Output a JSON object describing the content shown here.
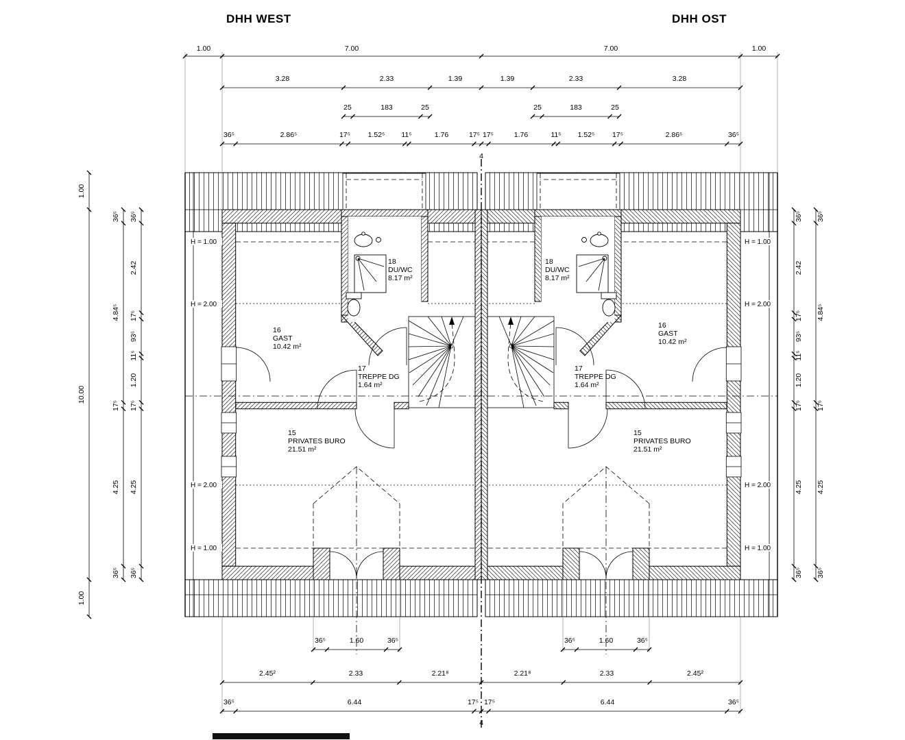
{
  "drawing": {
    "title_west": "DHH WEST",
    "title_ost": "DHH OST",
    "axis_top": "4",
    "axis_bottom": "4"
  },
  "dims": {
    "top1": [
      "1.00",
      "7.00",
      "7.00",
      "1.00"
    ],
    "top2": [
      "3.28",
      "2.33",
      "1.39",
      "1.39",
      "2.33",
      "3.28"
    ],
    "top3": [
      "25",
      "183",
      "25",
      "25",
      "183",
      "25"
    ],
    "top4": [
      "36⁵",
      "2.86⁵",
      "17⁵",
      "1.52⁵",
      "11⁵",
      "1.76",
      "17⁵",
      "17⁵",
      "1.76",
      "11⁵",
      "1.52⁵",
      "17⁵",
      "2.86⁵",
      "36⁵"
    ],
    "left_outer": [
      "1.00",
      "10.00",
      "1.00"
    ],
    "left_mid": [
      "36⁵",
      "4.84⁵",
      "17⁵",
      "4.25",
      "36⁵"
    ],
    "left_inner": [
      "36⁵",
      "2.42",
      "17⁵",
      "93⁵",
      "11⁵",
      "1.20",
      "17⁵",
      "4.25",
      "36⁵"
    ],
    "right_inner": [
      "36⁵",
      "2.42",
      "17⁵",
      "93⁵",
      "11⁵",
      "1.20",
      "17⁵",
      "4.25",
      "36⁵"
    ],
    "right_mid": [
      "36⁵",
      "4.84⁵",
      "17⁵",
      "4.25",
      "36⁵"
    ],
    "bottom1": [
      "36⁵",
      "1.60",
      "36⁵",
      "36⁵",
      "1.60",
      "36⁵"
    ],
    "bottom2": [
      "2.45²",
      "2.33",
      "2.21⁸",
      "2.21⁸",
      "2.33",
      "2.45²"
    ],
    "bottom3": [
      "36⁵",
      "6.44",
      "17⁵",
      "17⁵",
      "6.44",
      "36⁵"
    ]
  },
  "units": {
    "west": {
      "rooms": {
        "duwc": {
          "no": "18",
          "name": "DU/WC",
          "area": "8.17 m²"
        },
        "gast": {
          "no": "16",
          "name": "GAST",
          "area": "10.42 m²"
        },
        "treppe": {
          "no": "17",
          "name": "TREPPE DG",
          "area": "1.64 m²"
        },
        "buero": {
          "no": "15",
          "name": "PRIVATES BURO",
          "area": "21.51 m²"
        }
      },
      "heights": [
        "H = 1.00",
        "H = 2.00",
        "H = 2.00",
        "H = 1.00"
      ]
    },
    "ost": {
      "rooms": {
        "duwc": {
          "no": "18",
          "name": "DU/WC",
          "area": "8.17 m²"
        },
        "gast": {
          "no": "16",
          "name": "GAST",
          "area": "10.42 m²"
        },
        "treppe": {
          "no": "17",
          "name": "TREPPE DG",
          "area": "1.64 m²"
        },
        "buero": {
          "no": "15",
          "name": "PRIVATES BURO",
          "area": "21.51 m²"
        }
      },
      "heights": [
        "H = 1.00",
        "H = 2.00",
        "H = 2.00",
        "H = 1.00"
      ]
    }
  }
}
